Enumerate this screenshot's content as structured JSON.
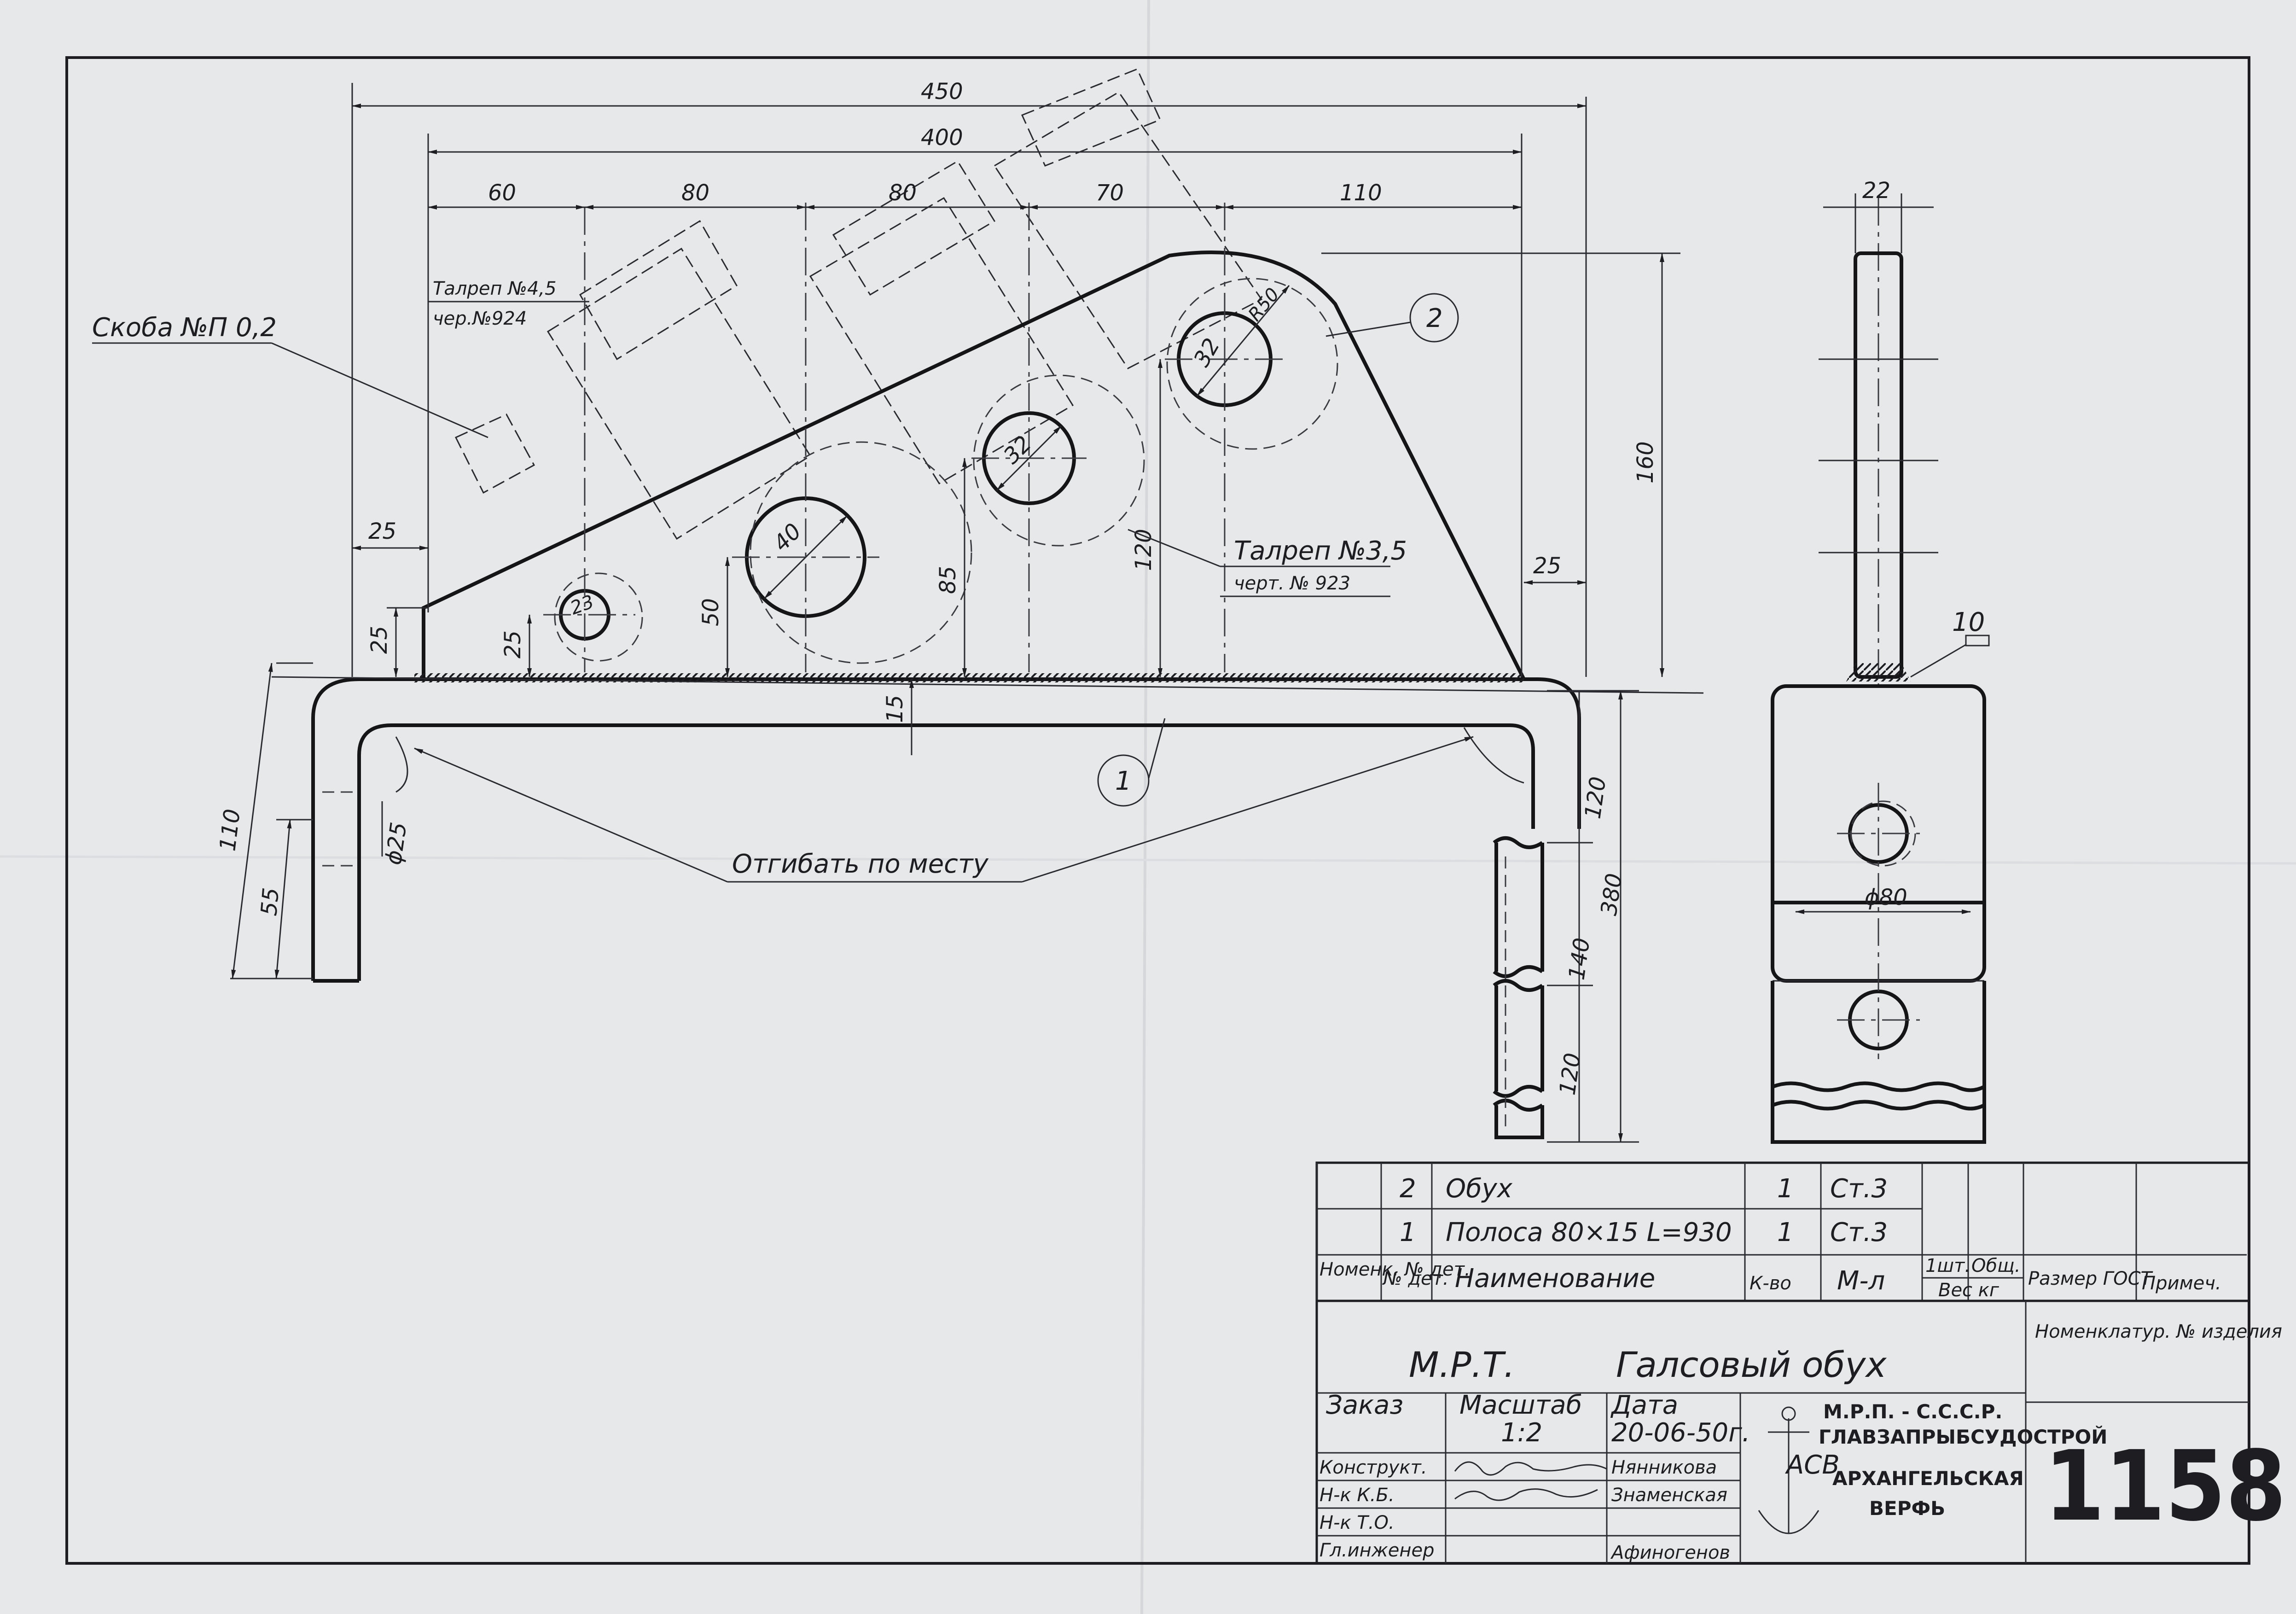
{
  "dimensions": {
    "d450": "450",
    "d400": "400",
    "d60": "60",
    "d80a": "80",
    "d80b": "80",
    "d70": "70",
    "d110": "110",
    "d22": "22",
    "d160": "160",
    "d25_left_top": "25",
    "d25_right_top": "25",
    "d25_left_v": "25",
    "d25_hole_v": "25",
    "d50": "50",
    "d85": "85",
    "d120_plate": "120",
    "d15": "15",
    "d110_left": "110",
    "d55": "55",
    "dia25": "ϕ25",
    "d120_r1": "120",
    "d380": "380",
    "d140": "140",
    "d120_r2": "120",
    "hole_23": "23",
    "hole_40": "40",
    "hole_32a": "32",
    "hole_32b": "32",
    "radius": "R50",
    "dia80": "ϕ80",
    "item10": "10"
  },
  "callouts": {
    "shackle": "Скоба №П 0,2",
    "turnbuckle1_line1": "Талреп №4,5",
    "turnbuckle1_line2": "чер.№924",
    "turnbuckle2_line1": "Талреп №3,5",
    "turnbuckle2_line2": "черт. № 923",
    "bend_note": "Отгибать по месту",
    "balloon1": "1",
    "balloon2": "2"
  },
  "parts": {
    "headers": {
      "item_no": "№ дет.",
      "nomenclature": "Номенк. № дет.",
      "name": "Наименование",
      "qty": "К-во",
      "material": "М-л",
      "unit_weight": "1шт.",
      "total_weight": "Общ.",
      "weight_unit": "Вес кг",
      "size": "Размер ГОСТ",
      "remark": "Примеч."
    },
    "rows": [
      {
        "item": "2",
        "name": "Обух",
        "qty": "1",
        "material": "Ст.3"
      },
      {
        "item": "1",
        "name": "Полоса 80×15  L=930",
        "qty": "1",
        "material": "Ст.3"
      }
    ]
  },
  "title_block": {
    "code": "М.Р.Т.",
    "title": "Галсовый обух",
    "nomenclature_label": "Номенклатур. № изделия",
    "order_label": "Заказ",
    "scale_label": "Масштаб",
    "scale_value": "1:2",
    "date_label": "Дата",
    "date_value": "20-06-50г.",
    "roles": [
      "Конструкт.",
      "Н-к К.Б.",
      "Н-к Т.О.",
      "Гл.инженер"
    ],
    "names": [
      "Нянникова",
      "Знаменская",
      "",
      "Афиногенов"
    ],
    "org_line1": "М.Р.П. - С.С.С.Р.",
    "org_line2": "ГЛАВЗАПРЫБСУДОСТРОЙ",
    "org_line3": "АРХАНГЕЛЬСКАЯ",
    "org_line4": "ВЕРФЬ",
    "logo_letters": "АСВ",
    "drawing_number": "1158"
  }
}
